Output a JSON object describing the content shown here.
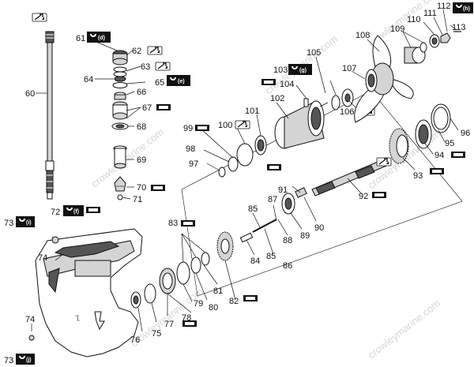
{
  "watermark": "crowleymarine.com",
  "callouts": [
    {
      "id": "60",
      "text": "60"
    },
    {
      "id": "61",
      "text": "61"
    },
    {
      "id": "62",
      "text": "62"
    },
    {
      "id": "63",
      "text": "63"
    },
    {
      "id": "64",
      "text": "64"
    },
    {
      "id": "65",
      "text": "65"
    },
    {
      "id": "66",
      "text": "66"
    },
    {
      "id": "67",
      "text": "67"
    },
    {
      "id": "68",
      "text": "68"
    },
    {
      "id": "69",
      "text": "69"
    },
    {
      "id": "70",
      "text": "70"
    },
    {
      "id": "71",
      "text": "71"
    },
    {
      "id": "72",
      "text": "72"
    },
    {
      "id": "73a",
      "text": "73"
    },
    {
      "id": "73b",
      "text": "73"
    },
    {
      "id": "74a",
      "text": "74"
    },
    {
      "id": "74b",
      "text": "74"
    },
    {
      "id": "75",
      "text": "75"
    },
    {
      "id": "76",
      "text": "76"
    },
    {
      "id": "77",
      "text": "77"
    },
    {
      "id": "78",
      "text": "78"
    },
    {
      "id": "79",
      "text": "79"
    },
    {
      "id": "80",
      "text": "80"
    },
    {
      "id": "81",
      "text": "81"
    },
    {
      "id": "82",
      "text": "82"
    },
    {
      "id": "83",
      "text": "83"
    },
    {
      "id": "84",
      "text": "84"
    },
    {
      "id": "85a",
      "text": "85"
    },
    {
      "id": "85b",
      "text": "85"
    },
    {
      "id": "86",
      "text": "86"
    },
    {
      "id": "87",
      "text": "87"
    },
    {
      "id": "88",
      "text": "88"
    },
    {
      "id": "89",
      "text": "89"
    },
    {
      "id": "90",
      "text": "90"
    },
    {
      "id": "91",
      "text": "91"
    },
    {
      "id": "92",
      "text": "92"
    },
    {
      "id": "93",
      "text": "93"
    },
    {
      "id": "94",
      "text": "94"
    },
    {
      "id": "95",
      "text": "95"
    },
    {
      "id": "96",
      "text": "96"
    },
    {
      "id": "97",
      "text": "97"
    },
    {
      "id": "98",
      "text": "98"
    },
    {
      "id": "99",
      "text": "99"
    },
    {
      "id": "100",
      "text": "100"
    },
    {
      "id": "101",
      "text": "101"
    },
    {
      "id": "102",
      "text": "102"
    },
    {
      "id": "103",
      "text": "103"
    },
    {
      "id": "104",
      "text": "104"
    },
    {
      "id": "105",
      "text": "105"
    },
    {
      "id": "106",
      "text": "106"
    },
    {
      "id": "107",
      "text": "107"
    },
    {
      "id": "108",
      "text": "108"
    },
    {
      "id": "109",
      "text": "109"
    },
    {
      "id": "110",
      "text": "110"
    },
    {
      "id": "111",
      "text": "111"
    },
    {
      "id": "112",
      "text": "112"
    },
    {
      "id": "113",
      "text": "113"
    }
  ],
  "badges": {
    "d": "(d)",
    "e": "(e)",
    "f": "(f)",
    "g": "(g)",
    "h": "(h)",
    "i": "(i)",
    "j": "(j)"
  },
  "colors": {
    "ink": "#111111",
    "badge": "#111111",
    "watermark": "#c8c8c8"
  }
}
